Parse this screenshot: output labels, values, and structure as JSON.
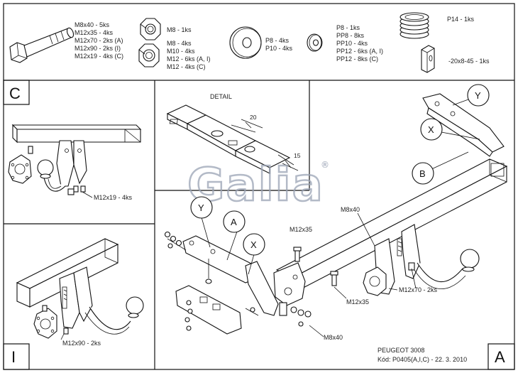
{
  "header": {
    "col1": [
      "M8x40 - 5ks",
      "M12x35 - 4ks",
      "M12x70 - 2ks (A)",
      "M12x90 - 2ks (I)",
      "M12x19 - 4ks (C)"
    ],
    "col2_top": [
      "M8 - 1ks"
    ],
    "col2": [
      "M8 - 4ks",
      "M10 - 4ks",
      "M12 - 6ks (A, I)",
      "M12 - 4ks (C)"
    ],
    "col3": [
      "P8 - 4ks",
      "P10 - 4ks"
    ],
    "col4": [
      "P8 - 1ks",
      "PP8 - 8ks",
      "PP10 - 4ks",
      "PP12 - 6ks (A, I)",
      "PP12 - 8ks (C)"
    ],
    "col5_top": "P14 - 1ks",
    "col5_bottom": "-20x8-45 - 1ks"
  },
  "panels": {
    "c_letter": "C",
    "i_letter": "I",
    "a_letter": "A",
    "detail_title": "DETAIL",
    "detail_dim1": "20",
    "detail_dim2": "15",
    "c_bolt": "M12x19 - 4ks",
    "i_bolt": "M12x90 - 2ks"
  },
  "main": {
    "callouts": {
      "y": "Y",
      "x": "X",
      "b": "B",
      "a": "A"
    },
    "labels": {
      "m8x40_top": "M8x40",
      "m12x35_top": "M12x35",
      "m12x35_bottom": "M12x35",
      "m12x70": "M12x70 - 2ks",
      "m8x40_bottom": "M8x40"
    }
  },
  "watermark": {
    "brand": "Galia",
    "mark": "®"
  },
  "footer": {
    "model": "PEUGEOT 3008",
    "code": "Kód: P0405(A,I,C) - 22. 3. 2010"
  }
}
